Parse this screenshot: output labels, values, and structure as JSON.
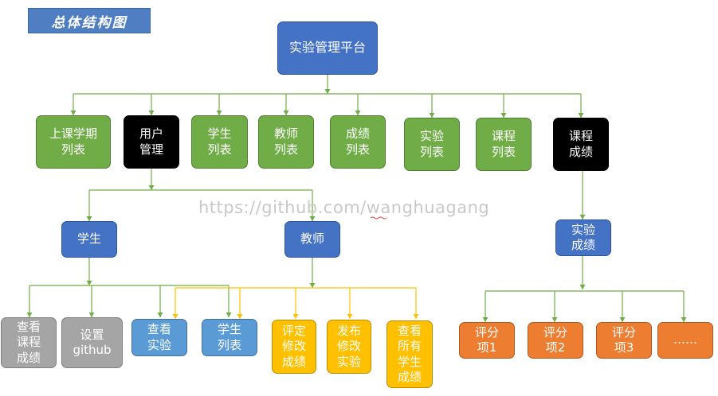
{
  "title": "总体结构图",
  "root": "实验管理平台",
  "level1": [
    "上课学期\n列表",
    "用户\n管理",
    "学生\n列表",
    "教师\n列表",
    "成绩\n列表",
    "实验\n列表",
    "课程\n列表",
    "课程\n成绩"
  ],
  "roles": [
    "学生",
    "教师"
  ],
  "functions": [
    "查看\n课程\n成绩",
    "设置\ngithub",
    "查看\n实验",
    "学生\n列表",
    "评定\n修改\n成绩",
    "发布\n修改\n实验",
    "查看\n所有\n学生\n成绩"
  ],
  "experiment_score": "实验\n成绩",
  "scoring_items": [
    "评分\n项1",
    "评分\n项2",
    "评分\n项3",
    "……"
  ],
  "watermark": "https://github.com/wanghuagang",
  "colors": {
    "line_green": "#70ad47",
    "line_yellow": "#ffc000"
  }
}
